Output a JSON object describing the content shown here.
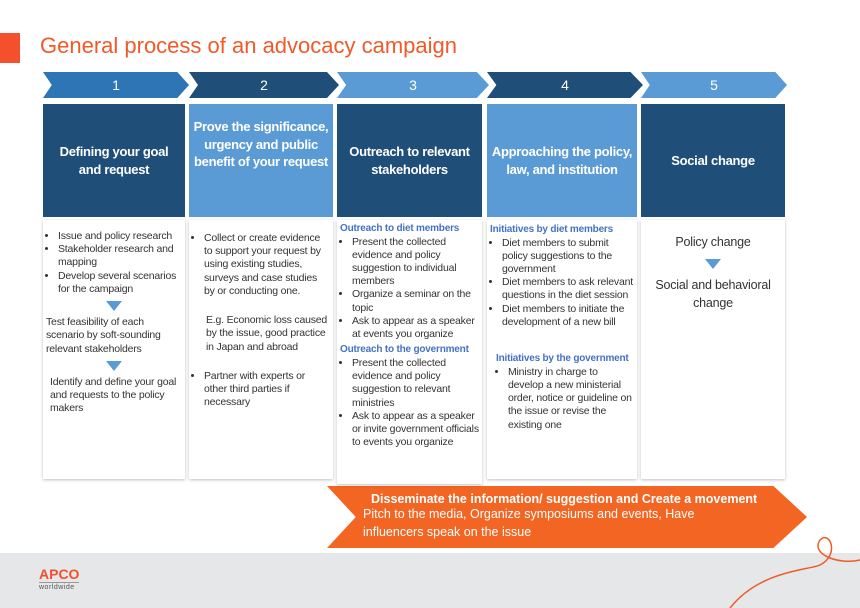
{
  "title": "General process of an advocacy campaign",
  "colors": {
    "accent": "#f05a28",
    "dark_blue": "#1f4e79",
    "mid_blue": "#2e75b6",
    "light_blue": "#5b9bd5",
    "orange": "#f26522"
  },
  "steps": [
    {
      "number": "1",
      "header": "Defining your goal and request"
    },
    {
      "number": "2",
      "header": "Prove the significance, urgency and public benefit of your request"
    },
    {
      "number": "3",
      "header": "Outreach to relevant stakeholders"
    },
    {
      "number": "4",
      "header": "Approaching the policy, law, and institution"
    },
    {
      "number": "5",
      "header": "Social change"
    }
  ],
  "col1": {
    "bullets": [
      "Issue and policy research",
      "Stakeholder research and mapping",
      "Develop several scenarios for the campaign"
    ],
    "step2": "Test feasibility of each scenario by soft-sounding relevant stakeholders",
    "step3": "Identify and define your goal and requests to the policy makers"
  },
  "col2": {
    "bullets": [
      "Collect or create evidence to support your request by using existing studies, surveys and case studies by or conducting one."
    ],
    "example": "E.g. Economic loss caused by the issue, good practice in Japan and abroad",
    "bullets2": [
      "Partner with experts or other third parties if necessary"
    ]
  },
  "col3": {
    "sub1": "Outreach to diet members",
    "bullets1": [
      "Present the collected evidence and policy suggestion to individual members",
      "Organize a seminar on the topic",
      "Ask to appear as a speaker at events you organize"
    ],
    "sub2": "Outreach to the government",
    "bullets2": [
      "Present the collected evidence and policy suggestion to relevant ministries",
      "Ask to appear as a speaker or invite government officials to events you organize"
    ]
  },
  "col4": {
    "sub1": "Initiatives by diet members",
    "bullets1": [
      "Diet members to submit policy suggestions to the government",
      "Diet members to ask relevant questions in the diet session",
      "Diet members to initiate the development of a new bill"
    ],
    "sub2": "Initiatives by the government",
    "bullets2": [
      "Ministry in charge to develop a new ministerial order, notice or guideline on the issue or revise the existing one"
    ]
  },
  "col5": {
    "item1": "Policy change",
    "item2": "Social and behavioral change"
  },
  "banner": {
    "title": "Disseminate the information/ suggestion and Create a movement",
    "body": "Pitch to the media, Organize symposiums and events, Have influencers speak on the issue"
  },
  "footer": {
    "logo": "APCO",
    "logo_sub": "worldwide"
  }
}
